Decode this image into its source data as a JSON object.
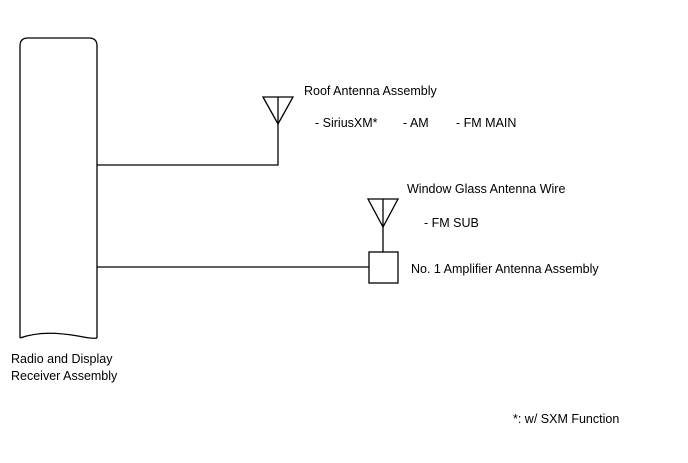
{
  "radio": {
    "line1": "Radio and Display",
    "line2": "Receiver Assembly"
  },
  "roof_antenna": {
    "title": "Roof Antenna Assembly",
    "bands": [
      "- SiriusXM*",
      "- AM",
      "- FM MAIN"
    ]
  },
  "window_antenna": {
    "title": "Window Glass Antenna Wire",
    "bands": [
      "- FM SUB"
    ]
  },
  "amplifier": {
    "title": "No. 1 Amplifier Antenna Assembly"
  },
  "footnote": "*: w/ SXM Function",
  "colors": {
    "line": "#000000",
    "background": "#ffffff"
  }
}
